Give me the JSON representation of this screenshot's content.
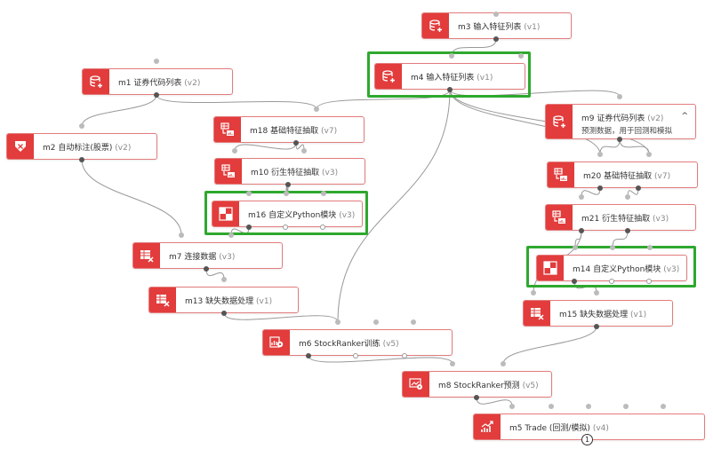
{
  "nodes": {
    "m3": {
      "id": "m3",
      "title": "输入特征列表",
      "version": "(v1)",
      "icon": "database-plus-icon"
    },
    "m4": {
      "id": "m4",
      "title": "输入特征列表",
      "version": "(v1)",
      "icon": "database-plus-icon"
    },
    "m1": {
      "id": "m1",
      "title": "证券代码列表",
      "version": "(v2)",
      "icon": "database-plus-icon"
    },
    "m18": {
      "id": "m18",
      "title": "基础特征抽取",
      "version": "(v7)",
      "icon": "feature-extract-icon"
    },
    "m9": {
      "id": "m9",
      "title": "证券代码列表",
      "version": "(v2)",
      "subtitle": "预测数据，用于回测和模拟",
      "chevron": "^",
      "icon": "database-plus-icon"
    },
    "m2": {
      "id": "m2",
      "title": "自动标注(股票)",
      "version": "(v2)",
      "icon": "auto-label-icon"
    },
    "m10": {
      "id": "m10",
      "title": "衍生特征抽取",
      "version": "(v3)",
      "icon": "feature-extract-icon"
    },
    "m20": {
      "id": "m20",
      "title": "基础特征抽取",
      "version": "(v7)",
      "icon": "feature-extract-icon"
    },
    "m16": {
      "id": "m16",
      "title": "自定义Python模块",
      "version": "(v3)",
      "icon": "python-module-icon"
    },
    "m21": {
      "id": "m21",
      "title": "衍生特征抽取",
      "version": "(v3)",
      "icon": "feature-extract-icon"
    },
    "m7": {
      "id": "m7",
      "title": "连接数据",
      "version": "(v3)",
      "icon": "join-icon"
    },
    "m14": {
      "id": "m14",
      "title": "自定义Python模块",
      "version": "(v3)",
      "icon": "python-module-icon"
    },
    "m13": {
      "id": "m13",
      "title": "缺失数据处理",
      "version": "(v1)",
      "icon": "missing-data-icon"
    },
    "m15": {
      "id": "m15",
      "title": "缺失数据处理",
      "version": "(v1)",
      "icon": "missing-data-icon"
    },
    "m6": {
      "id": "m6",
      "title": "StockRanker训练",
      "version": "(v5)",
      "icon": "train-icon"
    },
    "m8": {
      "id": "m8",
      "title": "StockRanker预测",
      "version": "(v5)",
      "icon": "predict-icon"
    },
    "m5": {
      "id": "m5",
      "title": "Trade (回测/模拟)",
      "version": "(v4)",
      "icon": "trade-icon"
    }
  },
  "badge": "1",
  "colors": {
    "node_icon_bg": "#e23c3c",
    "node_border": "#e37c7c",
    "highlight": "#2ea82e",
    "wire": "#999999"
  }
}
